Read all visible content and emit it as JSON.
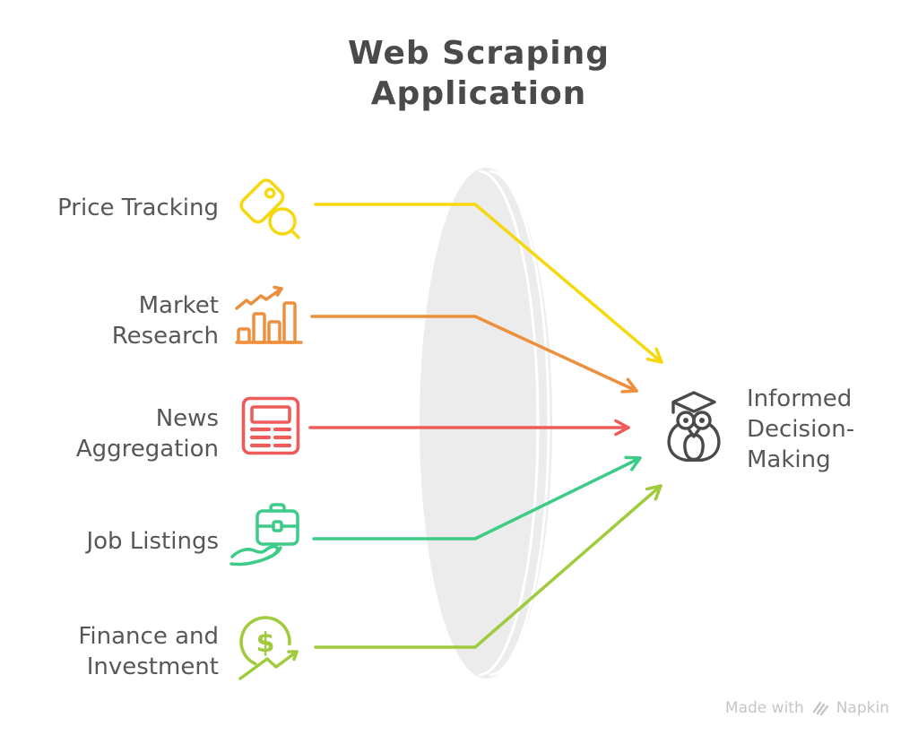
{
  "title": {
    "line1": "Web Scraping",
    "line2": "Application"
  },
  "sources": [
    {
      "id": "price-tracking",
      "label_lines": [
        "Price Tracking"
      ],
      "icon": "price-tag-search-icon",
      "color": "#F5D80E"
    },
    {
      "id": "market-research",
      "label_lines": [
        "Market",
        "Research"
      ],
      "icon": "bar-chart-growth-icon",
      "color": "#ED8F3C"
    },
    {
      "id": "news-aggregation",
      "label_lines": [
        "News",
        "Aggregation"
      ],
      "icon": "newspaper-icon",
      "color": "#EE5B5B"
    },
    {
      "id": "job-listings",
      "label_lines": [
        "Job Listings"
      ],
      "icon": "hand-briefcase-icon",
      "color": "#3DCB8A"
    },
    {
      "id": "finance-investment",
      "label_lines": [
        "Finance and",
        "Investment"
      ],
      "icon": "dollar-growth-icon",
      "color": "#9FCB3D"
    }
  ],
  "outcome": {
    "label_lines": [
      "Informed",
      "Decision-",
      "Making"
    ],
    "icon": "graduate-owl-icon",
    "dollar_glyph": "$"
  },
  "watermark": {
    "prefix": "Made with",
    "brand": "Napkin",
    "icon": "napkin-logo-icon"
  },
  "colors": {
    "yellow": "#F5D80E",
    "orange": "#ED8F3C",
    "red": "#EE5B5B",
    "green": "#3DCB8A",
    "lime": "#9FCB3D",
    "ink": "#4A4A4A",
    "label_gray": "#575757",
    "lens_gray": "#ECECEC",
    "watermark_gray": "#C6C6C6"
  }
}
